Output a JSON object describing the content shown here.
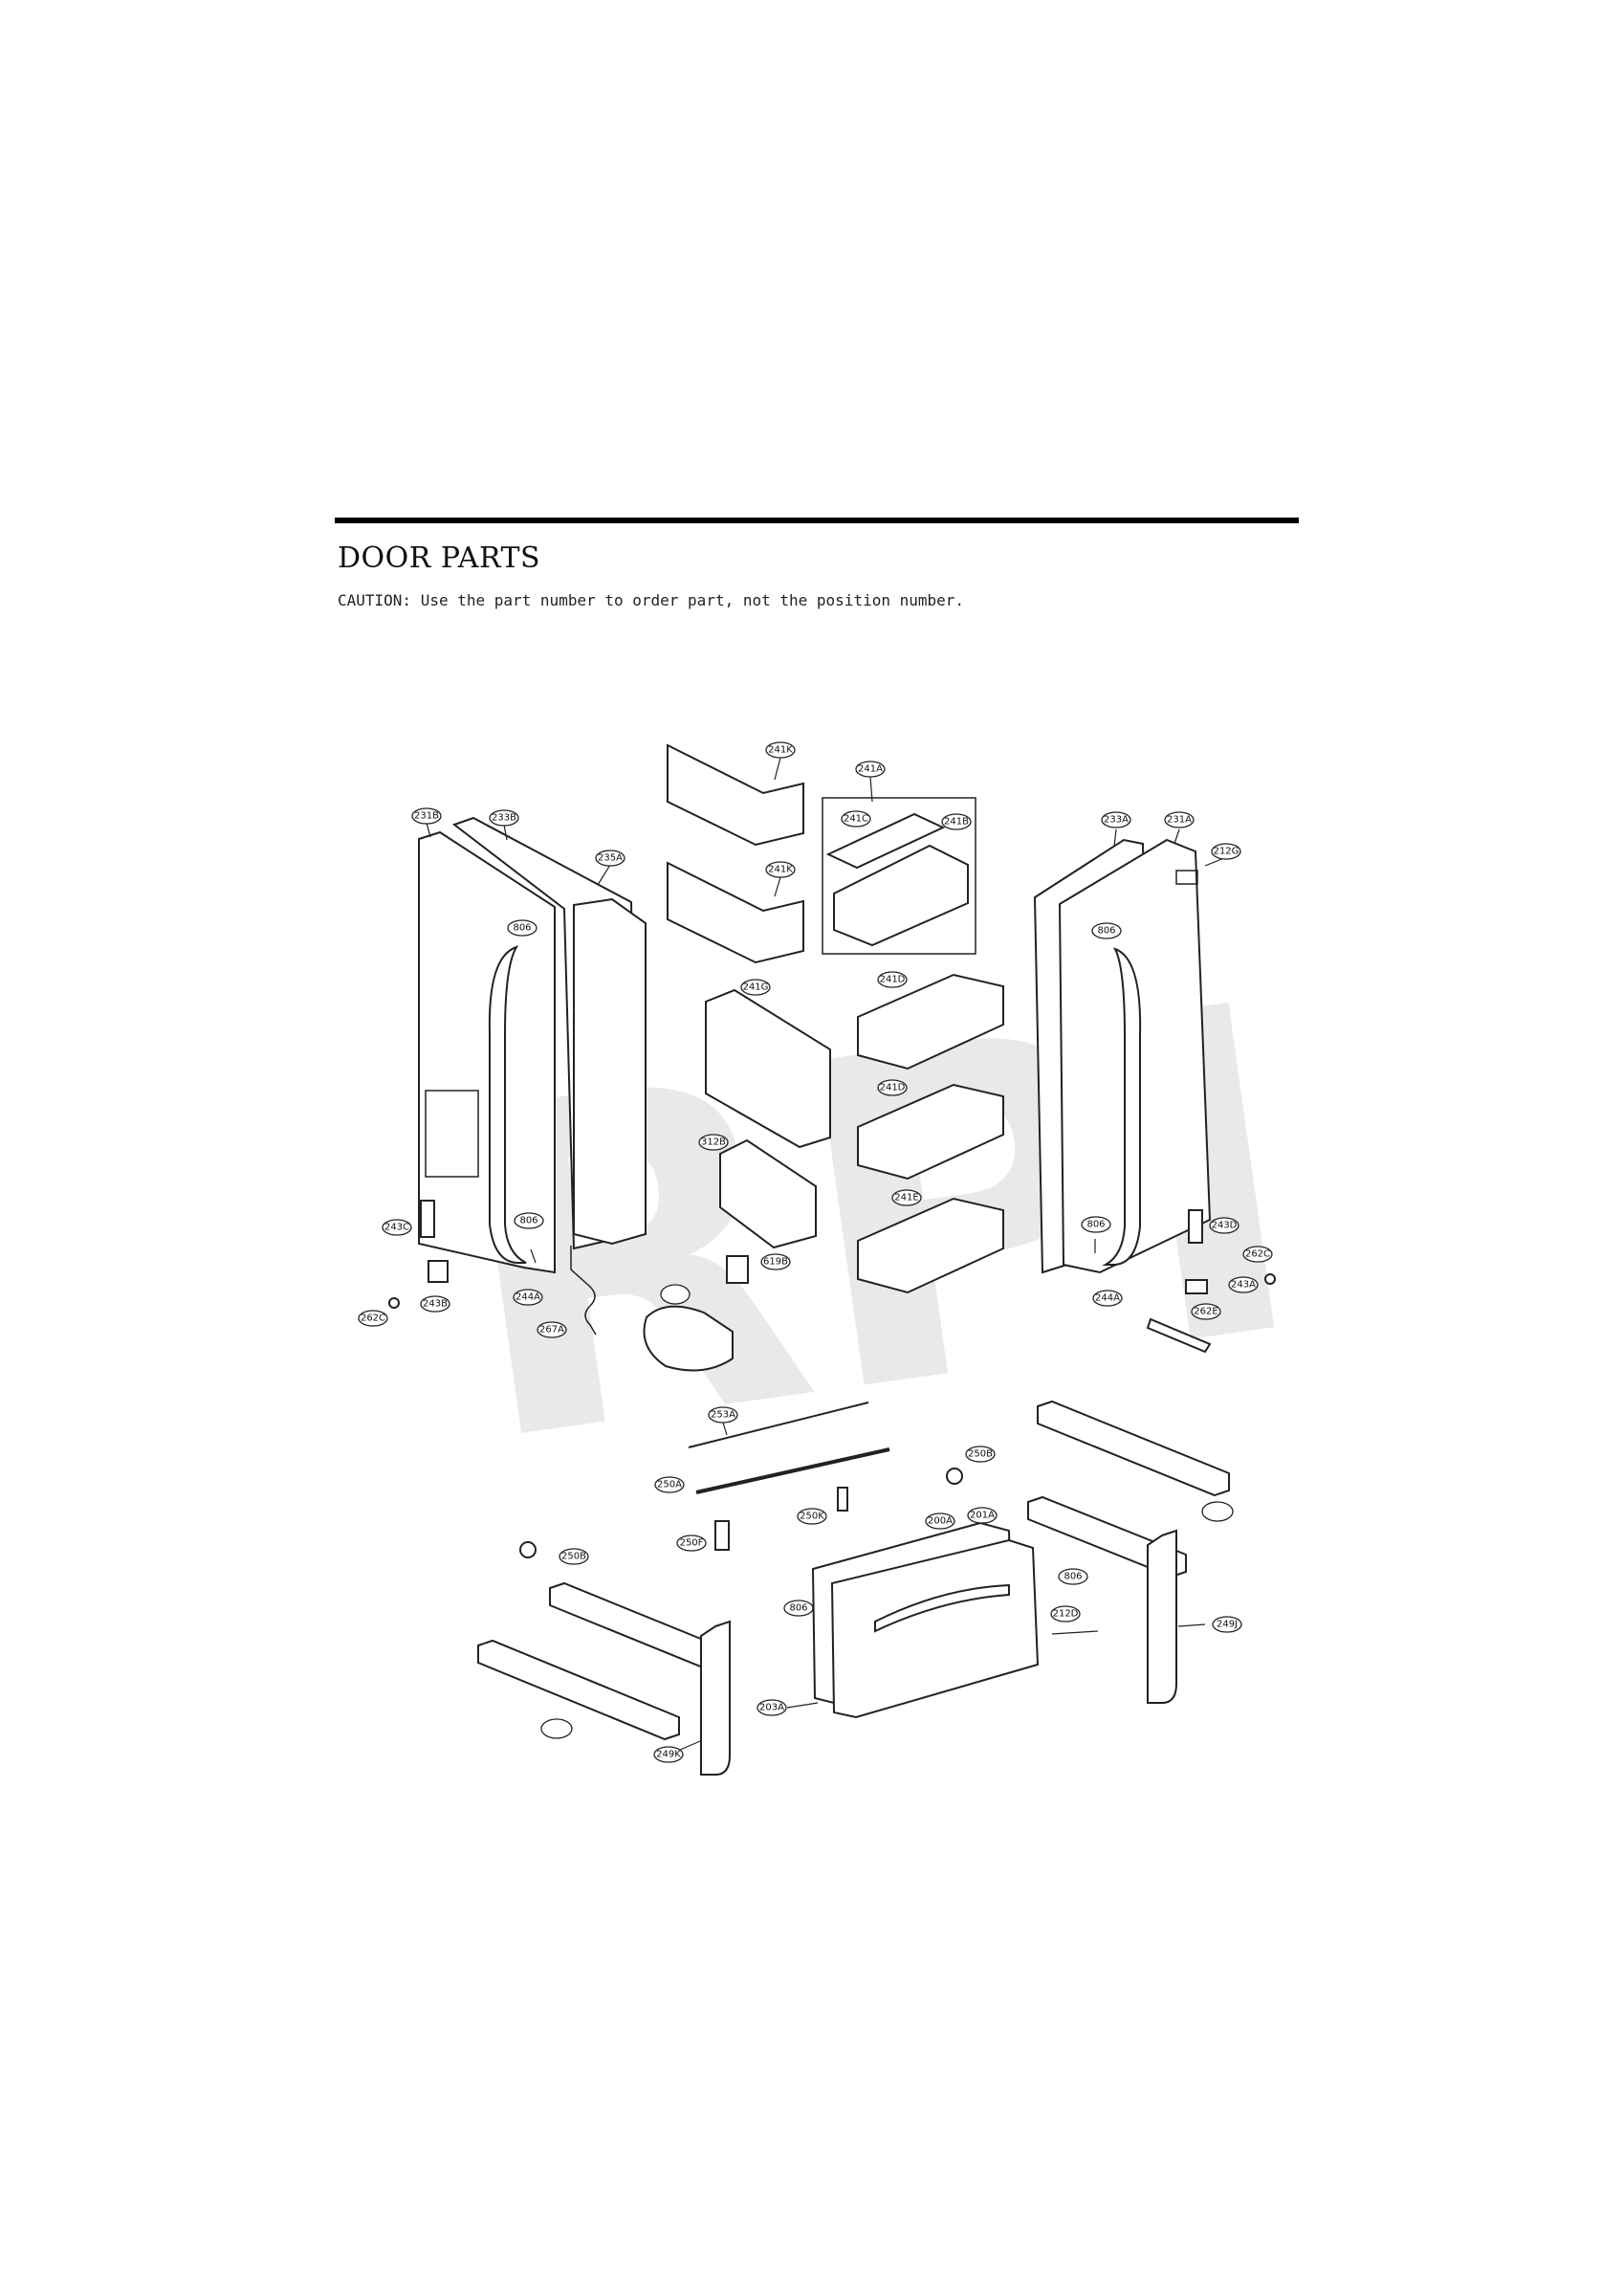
{
  "header": {
    "title": "DOOR PARTS",
    "caution": "CAUTION: Use the part number to order part, not the position number."
  },
  "watermark": "RPI",
  "callouts": {
    "c231B": "231B",
    "c233B": "233B",
    "c235A": "235A",
    "c806_ul": "806",
    "c806_ll": "806",
    "c243C_l": "243C",
    "c243B": "243B",
    "c262C_l": "262C",
    "c244A_l": "244A",
    "c267A": "267A",
    "c241K_1": "241K",
    "c241K_2": "241K",
    "c241A": "241A",
    "c241C": "241C",
    "c241B": "241B",
    "c241G": "241G",
    "c241D_1": "241D",
    "c241D_2": "241D",
    "c241E": "241E",
    "c312B": "312B",
    "c619B": "619B",
    "c233A": "233A",
    "c231A": "231A",
    "c212G": "212G",
    "c806_ur": "806",
    "c806_lr": "806",
    "c243D": "243D",
    "c262C_r": "262C",
    "c243A": "243A",
    "c244A_r": "244A",
    "c262E": "262E",
    "c253A": "253A",
    "c250A": "250A",
    "c250K": "250K",
    "c250F": "250F",
    "c250B_r": "250B",
    "c250B_l": "250B",
    "c200A": "200A",
    "c201A": "201A",
    "c806_dr": "806",
    "c806_dl": "806",
    "c212D": "212D",
    "c203A": "203A",
    "c249J": "249J",
    "c249K": "249K"
  },
  "colors": {
    "ink": "#222222",
    "rule": "#000000",
    "watermark": "#d8d8d8"
  }
}
